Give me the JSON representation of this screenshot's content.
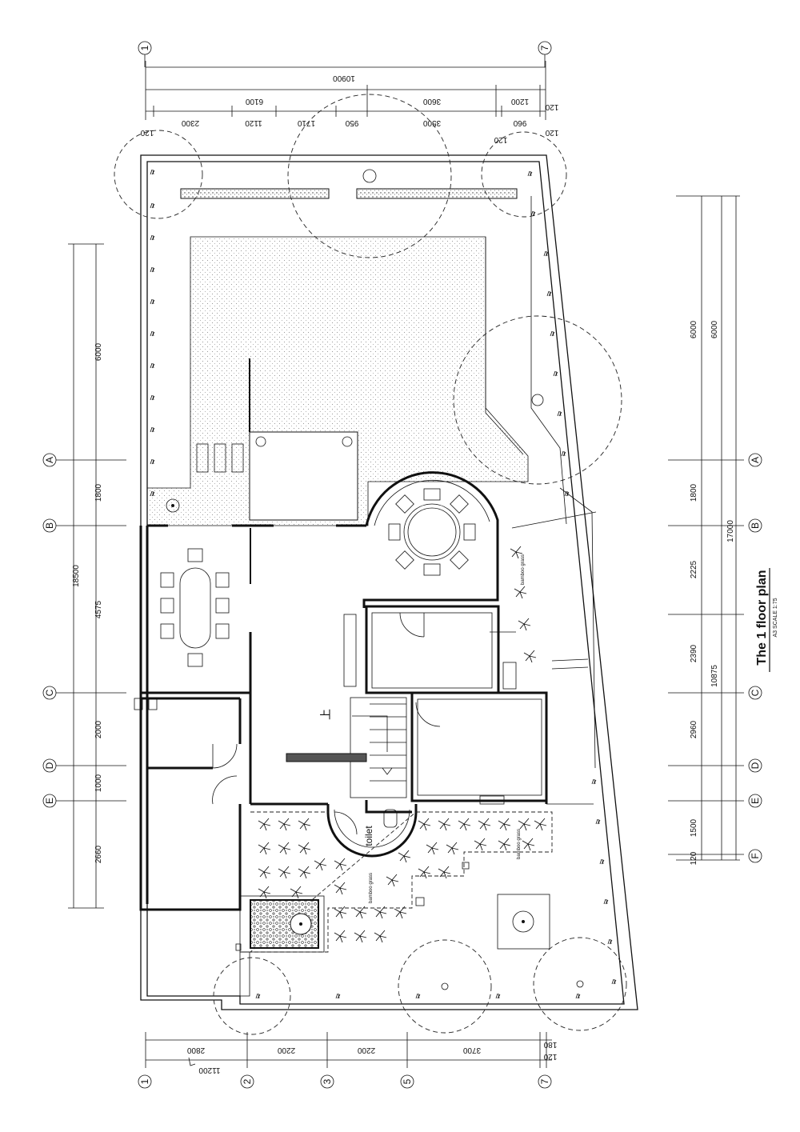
{
  "title": {
    "main": "The 1 floor plan",
    "sub": "A3 SCALE 1:75"
  },
  "grid": {
    "top_left": "1",
    "top_right": "7",
    "bottom": [
      "1",
      "2",
      "3",
      "5",
      "7"
    ],
    "left_rows": [
      "A",
      "B",
      "C",
      "D",
      "E"
    ],
    "right_rows": [
      "A",
      "B",
      "C",
      "D",
      "E",
      "F"
    ]
  },
  "dims": {
    "top_total": "10900",
    "top_mid": [
      "6100",
      "3600",
      "1200",
      "120"
    ],
    "top_low": [
      "120",
      "2300",
      "1120",
      "1710",
      "950",
      "3500",
      "960",
      "120",
      "120"
    ],
    "bottom": [
      "2800",
      "2200",
      "2200",
      "3700",
      "180",
      "120"
    ],
    "bottom_total": "11200",
    "left_outer": "18500",
    "left": [
      "6000",
      "1800",
      "4575",
      "2000",
      "1000",
      "2660"
    ],
    "right_outer": "17000",
    "right_a": [
      "6000",
      "6000"
    ],
    "right_b": [
      "1800",
      "2225",
      "2390",
      "2960",
      "1500",
      "120"
    ],
    "right_mid": "10875"
  },
  "labels": {
    "toilet": "toilet",
    "up": "上",
    "bamboo": "bamboo grass"
  }
}
